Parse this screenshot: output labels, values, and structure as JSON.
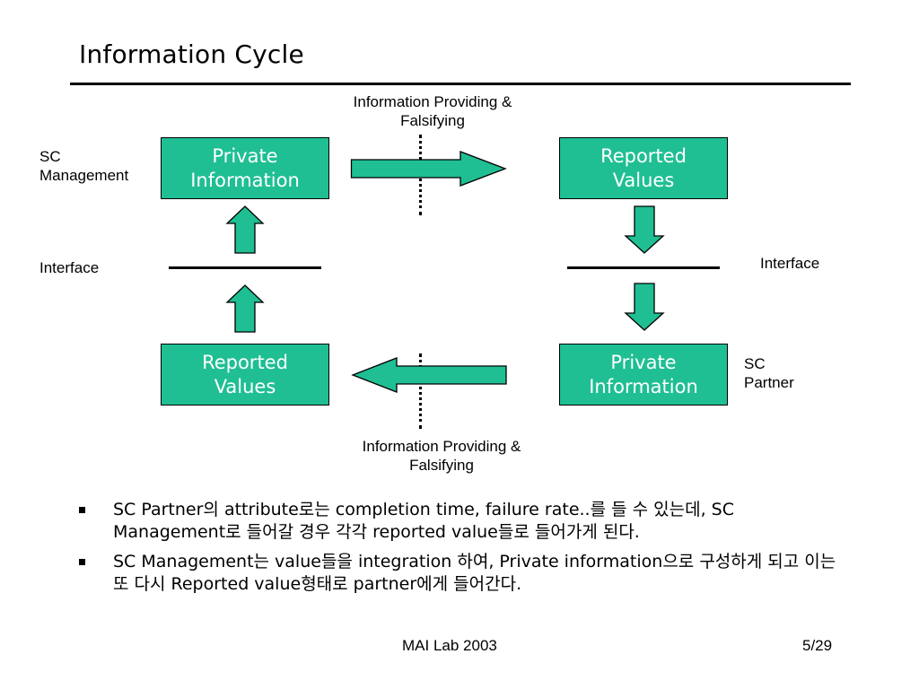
{
  "slide": {
    "title": "Information Cycle",
    "boxes": {
      "top_left": "Private\nInformation",
      "top_right": "Reported\nValues",
      "bottom_left": "Reported\nValues",
      "bottom_right": "Private\nInformation"
    },
    "labels": {
      "sc_management": "SC\nManagement",
      "interface_left": "Interface",
      "interface_right": "Interface",
      "sc_partner": "SC\nPartner"
    },
    "captions": {
      "top": "Information Providing &\nFalsifying",
      "bottom": "Information Providing &\nFalsifying"
    },
    "bullets": [
      "SC Partner의 attribute로는 completion time, failure rate..를 들 수 있는데, SC Management로 들어갈 경우 각각 reported value들로 들어가게 된다.",
      "SC Management는 value들을 integration 하여, Private information으로 구성하게 되고 이는 또 다시 Reported value형태로 partner에게 들어간다."
    ],
    "footer": {
      "center": "MAI Lab 2003",
      "page": "5/29"
    },
    "colors": {
      "box_fill": "#1fbf93",
      "box_text": "#ffffff"
    }
  }
}
